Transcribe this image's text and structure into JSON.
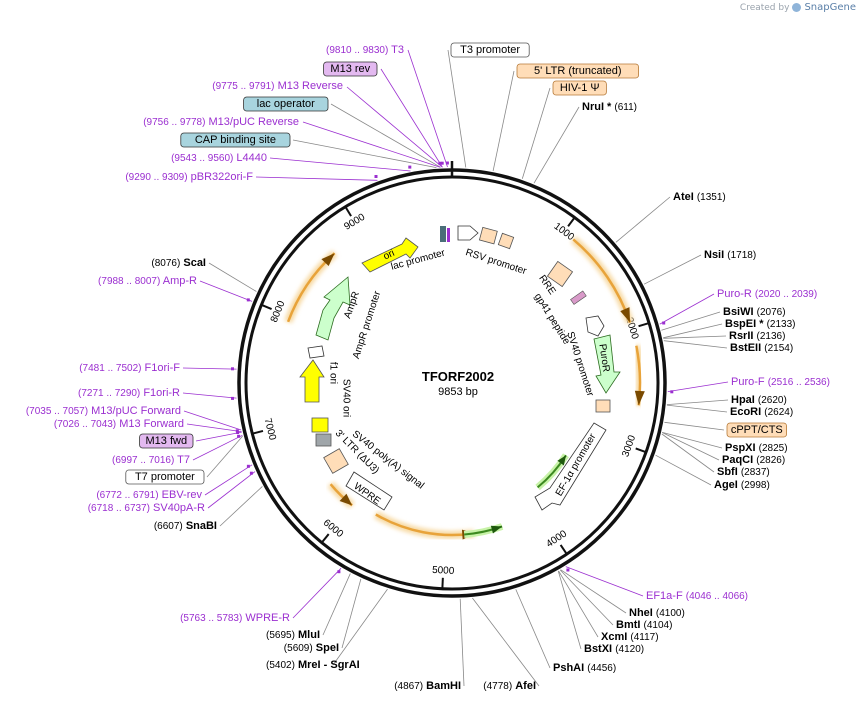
{
  "credit": {
    "prefix": "Created by",
    "brand": "SnapGene"
  },
  "plasmid": {
    "name": "TFORF2002",
    "size_label": "9853 bp",
    "length": 9853
  },
  "ticks": [
    {
      "label": "1000"
    },
    {
      "label": "2000"
    },
    {
      "label": "3000"
    },
    {
      "label": "4000"
    },
    {
      "label": "5000"
    },
    {
      "label": "6000"
    },
    {
      "label": "7000"
    },
    {
      "label": "8000"
    },
    {
      "label": "9000"
    }
  ],
  "labels": [
    {
      "id": "T3",
      "name": "T3",
      "range": "(9810 .. 9830)",
      "kind": "primer"
    },
    {
      "id": "M13rev",
      "name": "M13 rev",
      "kind": "primer-box"
    },
    {
      "id": "M13Reverse",
      "name": "M13 Reverse",
      "range": "(9775 .. 9791)",
      "kind": "primer"
    },
    {
      "id": "lacop",
      "name": "lac operator",
      "kind": "teal-box"
    },
    {
      "id": "M13pUCRev",
      "name": "M13/pUC Reverse",
      "range": "(9756 .. 9778)",
      "kind": "primer"
    },
    {
      "id": "CAP",
      "name": "CAP binding site",
      "kind": "teal-box"
    },
    {
      "id": "L4440",
      "name": "L4440",
      "range": "(9543 .. 9560)",
      "kind": "primer"
    },
    {
      "id": "pBR322ori",
      "name": "pBR322ori-F",
      "range": "(9290 .. 9309)",
      "kind": "primer"
    },
    {
      "id": "ScaI",
      "name": "ScaI",
      "pos": "(8076)",
      "kind": "enzyme"
    },
    {
      "id": "AmpR",
      "name": "Amp-R",
      "range": "(7988 .. 8007)",
      "kind": "primer"
    },
    {
      "id": "F1oriF",
      "name": "F1ori-F",
      "range": "(7481 .. 7502)",
      "kind": "primer"
    },
    {
      "id": "F1oriR",
      "name": "F1ori-R",
      "range": "(7271 .. 7290)",
      "kind": "primer"
    },
    {
      "id": "M13pUCFwd",
      "name": "M13/pUC Forward",
      "range": "(7035 .. 7057)",
      "kind": "primer"
    },
    {
      "id": "M13Fwd",
      "name": "M13 Forward",
      "range": "(7026 .. 7043)",
      "kind": "primer"
    },
    {
      "id": "M13fwd",
      "name": "M13 fwd",
      "kind": "primer-box"
    },
    {
      "id": "T7",
      "name": "T7",
      "range": "(6997 .. 7016)",
      "kind": "primer"
    },
    {
      "id": "T7prom",
      "name": "T7 promoter",
      "kind": "white-box"
    },
    {
      "id": "EBVrev",
      "name": "EBV-rev",
      "range": "(6772 .. 6791)",
      "kind": "primer"
    },
    {
      "id": "SV40pAR",
      "name": "SV40pA-R",
      "range": "(6718 .. 6737)",
      "kind": "primer"
    },
    {
      "id": "SnaBI",
      "name": "SnaBI",
      "pos": "(6607)",
      "kind": "enzyme"
    },
    {
      "id": "WPRER",
      "name": "WPRE-R",
      "range": "(5763 .. 5783)",
      "kind": "primer"
    },
    {
      "id": "MluI",
      "name": "MluI",
      "pos": "(5695)",
      "kind": "enzyme"
    },
    {
      "id": "SpeI",
      "name": "SpeI",
      "pos": "(5609)",
      "kind": "enzyme"
    },
    {
      "id": "MreI",
      "name": "MreI",
      "pos": "(5402)",
      "kind": "enzyme",
      "extra": "- SgrAI"
    },
    {
      "id": "BamHI",
      "name": "BamHI",
      "pos": "(4867)",
      "kind": "enzyme"
    },
    {
      "id": "AfeI",
      "name": "AfeI",
      "pos": "(4778)",
      "kind": "enzyme"
    },
    {
      "id": "PshAI",
      "name": "PshAI",
      "pos": "(4456)",
      "kind": "enzyme"
    },
    {
      "id": "BstXI",
      "name": "BstXI",
      "pos": "(4120)",
      "kind": "enzyme"
    },
    {
      "id": "XcmI",
      "name": "XcmI",
      "pos": "(4117)",
      "kind": "enzyme"
    },
    {
      "id": "BmtI",
      "name": "BmtI",
      "pos": "(4104)",
      "kind": "enzyme"
    },
    {
      "id": "NheI",
      "name": "NheI",
      "pos": "(4100)",
      "kind": "enzyme"
    },
    {
      "id": "EF1aF",
      "name": "EF1a-F",
      "range": "(4046 .. 4066)",
      "kind": "primer"
    },
    {
      "id": "AgeI",
      "name": "AgeI",
      "pos": "(2998)",
      "kind": "enzyme"
    },
    {
      "id": "SbfI",
      "name": "SbfI",
      "pos": "(2837)",
      "kind": "enzyme"
    },
    {
      "id": "PaqCI",
      "name": "PaqCI",
      "pos": "(2826)",
      "kind": "enzyme"
    },
    {
      "id": "PspXI",
      "name": "PspXI",
      "pos": "(2825)",
      "kind": "enzyme"
    },
    {
      "id": "cPPT",
      "name": "cPPT/CTS",
      "kind": "orange-box"
    },
    {
      "id": "EcoRI",
      "name": "EcoRI",
      "pos": "(2624)",
      "kind": "enzyme"
    },
    {
      "id": "HpaI",
      "name": "HpaI",
      "pos": "(2620)",
      "kind": "enzyme"
    },
    {
      "id": "PuroF",
      "name": "Puro-F",
      "range": "(2516 .. 2536)",
      "kind": "primer"
    },
    {
      "id": "BstEII",
      "name": "BstEII",
      "pos": "(2154)",
      "kind": "enzyme"
    },
    {
      "id": "RsrII",
      "name": "RsrII",
      "pos": "(2136)",
      "kind": "enzyme"
    },
    {
      "id": "BspEI",
      "name": "BspEI *",
      "pos": "(2133)",
      "kind": "enzyme"
    },
    {
      "id": "BsiWI",
      "name": "BsiWI",
      "pos": "(2076)",
      "kind": "enzyme"
    },
    {
      "id": "PuroR",
      "name": "Puro-R",
      "range": "(2020 .. 2039)",
      "kind": "primer"
    },
    {
      "id": "NsiI",
      "name": "NsiI",
      "pos": "(1718)",
      "kind": "enzyme"
    },
    {
      "id": "AfeI2",
      "name": "AteI",
      "pos": "(1351)",
      "kind": "enzyme"
    },
    {
      "id": "NruI",
      "name": "NruI *",
      "pos": "(611)",
      "kind": "enzyme"
    },
    {
      "id": "HIV1",
      "name": "HIV-1 Ψ",
      "kind": "orange-box"
    },
    {
      "id": "LTR5",
      "name": "5' LTR (truncated)",
      "kind": "orange-box"
    },
    {
      "id": "T3prom",
      "name": "T3 promoter",
      "kind": "white-box"
    }
  ],
  "features": [
    {
      "id": "ori",
      "name": "ori"
    },
    {
      "id": "lacprom",
      "name": "lac promoter"
    },
    {
      "id": "rsvprom",
      "name": "RSV promoter"
    },
    {
      "id": "rre",
      "name": "RRE"
    },
    {
      "id": "gp41",
      "name": "gp41 peptide"
    },
    {
      "id": "sv40prom",
      "name": "SV40 promoter"
    },
    {
      "id": "puroR",
      "name": "PuroR"
    },
    {
      "id": "ef1a",
      "name": "EF-1α promoter"
    },
    {
      "id": "ampR",
      "name": "AmpR"
    },
    {
      "id": "ampRprom",
      "name": "AmpR promoter"
    },
    {
      "id": "f1ori",
      "name": "f1 ori"
    },
    {
      "id": "sv40ori",
      "name": "SV40 ori"
    },
    {
      "id": "sv40pa",
      "name": "SV40 poly(A) signal"
    },
    {
      "id": "ltr3",
      "name": "3' LTR (ΔU3)"
    },
    {
      "id": "wpre",
      "name": "WPRE"
    }
  ],
  "colors": {
    "primer": "#9b2fd0",
    "enzyme": "#000000",
    "orf_orange": "#e8a33a",
    "orf_glow": "#f7d9a2",
    "green_arrow": "#3c8a1f",
    "yellow": "#ffff00",
    "pale_green": "#ccffcc",
    "orange_box": "#ffddb8",
    "teal_box": "#a8d4de",
    "primer_box": "#e3b9f0"
  }
}
